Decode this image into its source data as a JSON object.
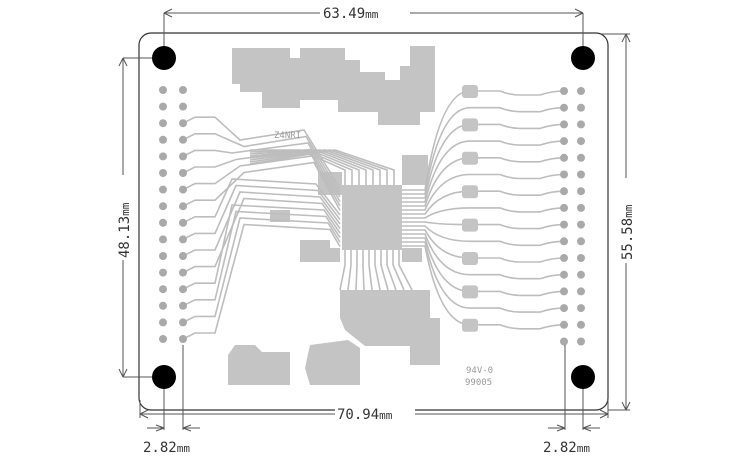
{
  "title": "PCB board outline drawing with dimensions",
  "dimensions": {
    "top_hole_spacing": "63.49",
    "left_hole_spacing": "48.13",
    "right_board_height": "55.58",
    "bottom_board_width": "70.94",
    "left_pin_offset": "2.82",
    "right_pin_offset": "2.82",
    "unit": "mm"
  },
  "silkscreen": {
    "top_label": "Z4NRI",
    "rating": "94V-0",
    "code": "99005"
  },
  "colors": {
    "copper": "#c4c4c4",
    "trace": "#bdbdbd",
    "hole": "#000000",
    "outline": "#333333"
  },
  "headers": {
    "left_rows": 16,
    "right_rows": 16,
    "columns_per_side": 2
  }
}
